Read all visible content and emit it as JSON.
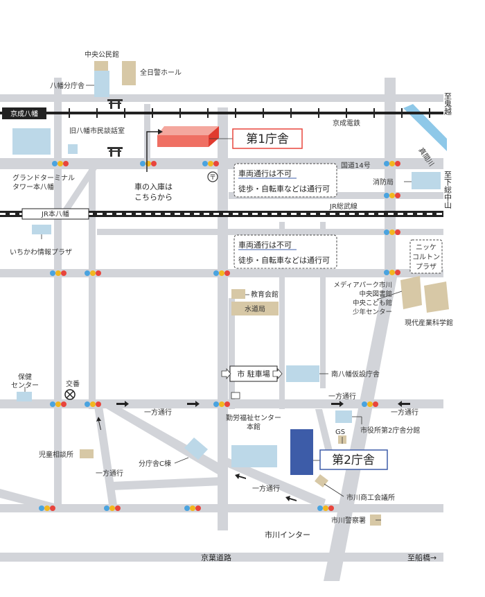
{
  "colors": {
    "road": "#d2d4d9",
    "building_blue": "#bcd8e8",
    "building_tan": "#d7c8a6",
    "main_office": "#ef6f63",
    "second_office": "#3d5ca8",
    "river": "#8ec8e8",
    "rail": "#222222",
    "signal_blue": "#4aa3df",
    "signal_yellow": "#f2b71f",
    "signal_red": "#e8453c"
  },
  "labels": {
    "chuo_kouminkan": "中央公民館",
    "yawata_bunchosha": "八幡分庁舎",
    "zennissho_hall": "全日警ホール",
    "kyu_yawata_danwashitsu": "旧八幡市民談話室",
    "keisei_yawata": "京成八幡",
    "keisei_dentetsu": "京成電鉄",
    "to_onigoe": "至鬼越",
    "mamagawa": "真間川",
    "daiichi_chosha": "第1庁舎",
    "grand_terminal_1": "グランドターミナル",
    "grand_terminal_2": "タワー本八幡",
    "car_entry_1": "車の入庫は",
    "car_entry_2": "こちらから",
    "no_vehicle_1": "車両通行は不可",
    "walk_ok_1": "徒歩・自転車などは通行可",
    "kokudo14": "国道14号",
    "to_shimosa_nakayama": "至下総中山",
    "shobokyoku": "消防局",
    "jr_motoyawata": "JR本八幡",
    "jr_sobusen": "JR総武線",
    "ichikawa_joho_plaza": "いちかわ情報プラザ",
    "no_vehicle_2": "車両通行は不可",
    "walk_ok_2": "徒歩・自転車などは通行可",
    "nikke_1": "ニッケ",
    "nikke_2": "コルトン",
    "nikke_3": "プラザ",
    "media_park_1": "メディアパーク市川",
    "media_park_2": "中央図書館",
    "media_park_3": "中央こども館",
    "media_park_4": "少年センター",
    "gendai_sangyo": "現代産業科学館",
    "kyoiku_kaikan": "教育会館",
    "suidokyoku": "水道局",
    "shi_chushajo": "市 駐車場",
    "minami_yawata_kasetsu": "南八幡仮設庁舎",
    "hoken_center_1": "保健",
    "hoken_center_2": "センター",
    "koban": "交番",
    "ippo_tsuko_1": "一方通行",
    "ippo_tsuko_2": "一方通行",
    "ippo_tsuko_3": "一方通行",
    "ippo_tsuko_4": "一方通行",
    "ippo_tsuko_5": "一方通行",
    "kinro_fukushi_1": "勤労福祉センター",
    "kinro_fukushi_2": "本館",
    "gs": "GS",
    "shiyakusho_daini_bunkan": "市役所第2庁舎分館",
    "jido_sodanjo": "児童相談所",
    "bunchosha_c": "分庁舎C棟",
    "daini_chosha": "第2庁舎",
    "ichikawa_shoko": "市川商工会議所",
    "ichikawa_keisatsu": "市川警察署",
    "ichikawa_ic": "市川インター",
    "keiyo_doro": "京葉道路",
    "to_funabashi": "至船橋→"
  }
}
